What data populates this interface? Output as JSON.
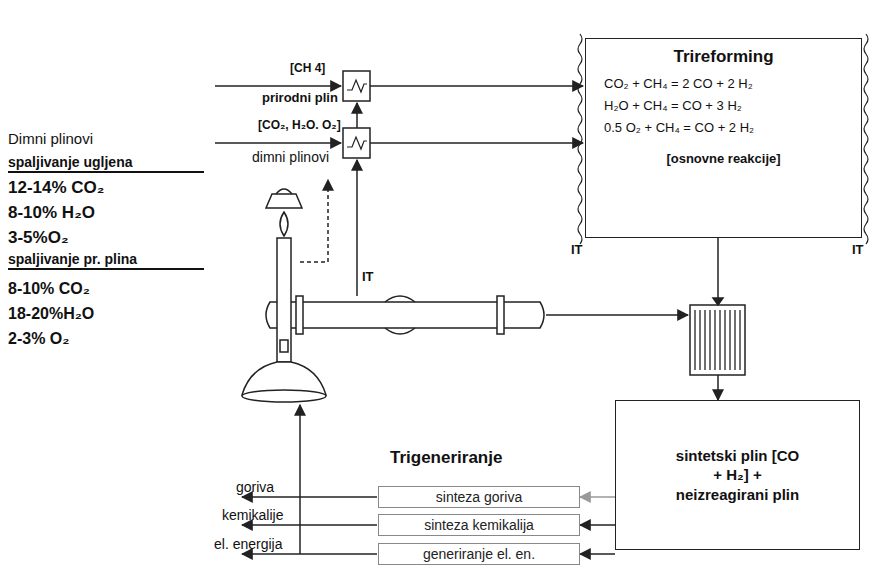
{
  "diagram": {
    "nodes": [
      {
        "text": [
          "Trireforming",
          "CO₂ + CH₄ = 2 CO + 2 H₂",
          "H₂O + CH₄ = CO + 3 H₂",
          "0.5 O₂ + CH₄ = CO + 2 H₂",
          "[osnovne reakcije]"
        ]
      },
      {
        "text": [
          "sintetski plin [CO + H₂] + neizreagirani plin"
        ]
      },
      {
        "text": [
          "sinteza goriva"
        ]
      },
      {
        "text": [
          "sinteza kemikalija"
        ]
      },
      {
        "text": [
          "generiranje el. en."
        ]
      }
    ],
    "edges": [
      {
        "from": 0,
        "to": 1,
        "arrow": "to"
      },
      {
        "from": 1,
        "to": 2,
        "arrow": "to"
      },
      {
        "from": 1,
        "to": 3,
        "arrow": "to"
      },
      {
        "from": 1,
        "to": 4,
        "arrow": "to"
      }
    ],
    "labels": [
      "Dimni plinovi",
      "spaljivanje ugljena",
      "12-14% CO₂",
      "8-10% H₂O",
      "3-5%O₂",
      "spaljivanje pr. plina",
      "8-10% CO₂",
      "18-20%H₂O",
      "2-3% O₂",
      "[CH 4]",
      "prirodni plin",
      "[CO₂, H₂O. O₂]",
      "dimni plinovi",
      "IT",
      "IT",
      "IT",
      "Trigeneriranje",
      "goriva",
      "kemikalije",
      "el. energija"
    ]
  }
}
